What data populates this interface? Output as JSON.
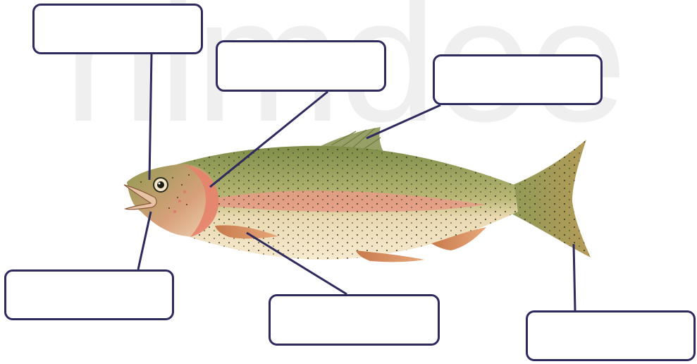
{
  "watermark": {
    "text": "nimdee"
  },
  "label_boxes": [
    {
      "id": "eye",
      "text": ""
    },
    {
      "id": "gill-cover",
      "text": ""
    },
    {
      "id": "dorsal-fin",
      "text": ""
    },
    {
      "id": "mouth",
      "text": ""
    },
    {
      "id": "pectoral-fin",
      "text": ""
    },
    {
      "id": "tail-fin",
      "text": ""
    }
  ],
  "colors": {
    "box_border": "#2e2a5e",
    "leader_line": "#2e2a5e",
    "fish_back": "#8c9a55",
    "fish_belly": "#f3e4c0",
    "fish_stripe": "#e79a86",
    "fin": "#d4855a"
  },
  "fish": {
    "icon": "rainbow-trout-illustration"
  }
}
